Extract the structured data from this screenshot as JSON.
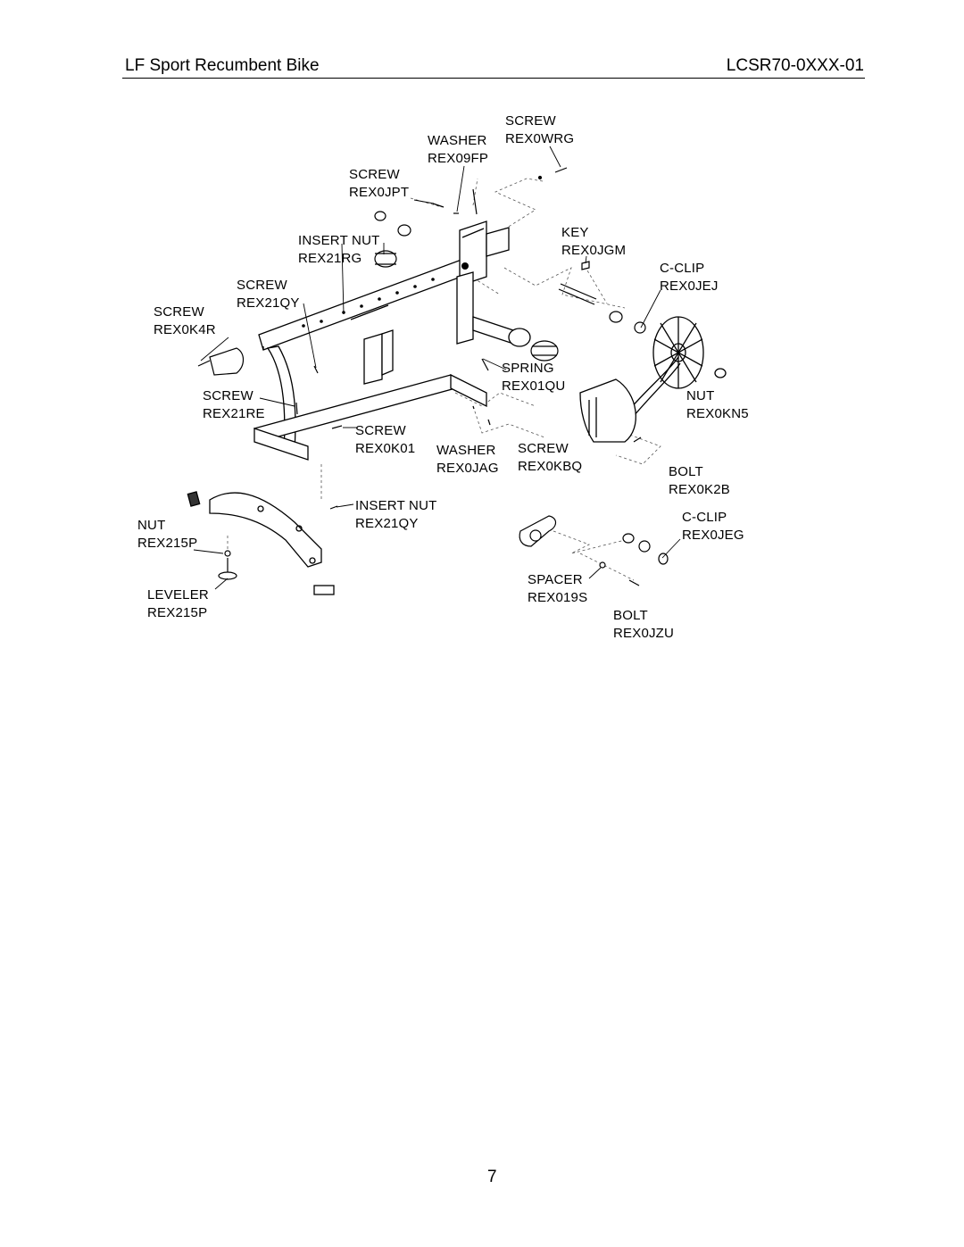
{
  "header": {
    "title": "LF Sport Recumbent Bike",
    "model": "LCSR70-0XXX-01"
  },
  "callouts": [
    {
      "id": "screw-rex0wrg",
      "name": "SCREW",
      "part": "REX0WRG"
    },
    {
      "id": "washer-rex09fp",
      "name": "WASHER",
      "part": "REX09FP"
    },
    {
      "id": "screw-rex0jpt",
      "name": "SCREW",
      "part": "REX0JPT"
    },
    {
      "id": "insert-nut-rex21rg",
      "name": "INSERT NUT",
      "part": "REX21RG"
    },
    {
      "id": "key-rex0jgm",
      "name": "KEY",
      "part": "REX0JGM"
    },
    {
      "id": "c-clip-rex0jej",
      "name": "C-CLIP",
      "part": "REX0JEJ"
    },
    {
      "id": "screw-rex21qy",
      "name": "SCREW",
      "part": "REX21QY"
    },
    {
      "id": "screw-rex0k4r",
      "name": "SCREW",
      "part": "REX0K4R"
    },
    {
      "id": "spring-rex01qu",
      "name": "SPRING",
      "part": "REX01QU"
    },
    {
      "id": "screw-rex21re",
      "name": "SCREW",
      "part": "REX21RE"
    },
    {
      "id": "nut-rex0kn5",
      "name": "NUT",
      "part": "REX0KN5"
    },
    {
      "id": "screw-rex0k01",
      "name": "SCREW",
      "part": "REX0K01"
    },
    {
      "id": "washer-rex0jag",
      "name": "WASHER",
      "part": "REX0JAG"
    },
    {
      "id": "screw-rex0kbq",
      "name": "SCREW",
      "part": "REX0KBQ"
    },
    {
      "id": "bolt-rex0k2b",
      "name": "BOLT",
      "part": "REX0K2B"
    },
    {
      "id": "insert-nut-rex21qy",
      "name": "INSERT NUT",
      "part": "REX21QY"
    },
    {
      "id": "c-clip-rex0jeg",
      "name": "C-CLIP",
      "part": "REX0JEG"
    },
    {
      "id": "nut-rex215p",
      "name": "NUT",
      "part": "REX215P"
    },
    {
      "id": "spacer-rex019s",
      "name": "SPACER",
      "part": "REX019S"
    },
    {
      "id": "leveler-rex215p",
      "name": "LEVELER",
      "part": "REX215P"
    },
    {
      "id": "bolt-rex0jzu",
      "name": "BOLT",
      "part": "REX0JZU"
    }
  ],
  "page_number": "7"
}
